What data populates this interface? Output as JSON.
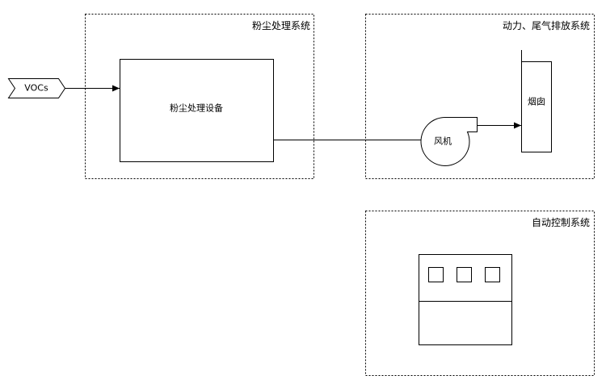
{
  "groups": {
    "dust": {
      "title": "粉尘处理系统"
    },
    "power": {
      "title": "动力、尾气排放系统"
    },
    "control": {
      "title": "自动控制系统"
    }
  },
  "nodes": {
    "voc_input": {
      "label": "VOCs"
    },
    "dust_equipment": {
      "label": "粉尘处理设备"
    },
    "fan": {
      "label": "风机"
    },
    "chimney": {
      "label": "烟囱"
    },
    "control_cabinet": {
      "label": ""
    }
  },
  "colors": {
    "line": "#000000",
    "border": "#000000",
    "background": "#ffffff"
  }
}
